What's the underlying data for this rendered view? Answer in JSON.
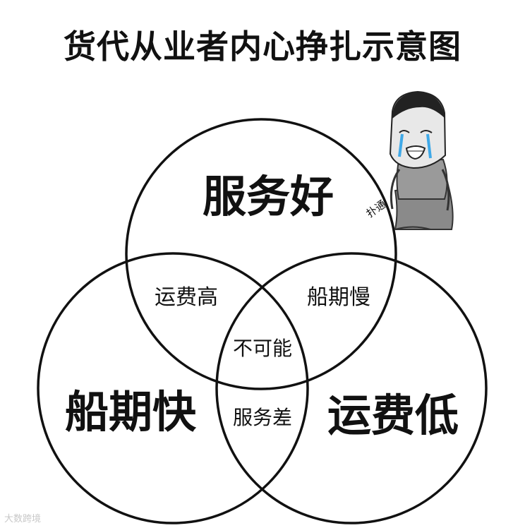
{
  "title": "货代从业者内心挣扎示意图",
  "circles": {
    "top": "服务好",
    "left": "船期快",
    "right": "运费低"
  },
  "overlaps": {
    "top_left": "运费高",
    "top_right": "船期慢",
    "left_right": "服务差",
    "center": "不可能"
  },
  "sticker_text": "扑通",
  "watermark": "大数跨境",
  "colors": {
    "line": "#111111",
    "background": "#ffffff",
    "tear": "#3fa9e8"
  }
}
